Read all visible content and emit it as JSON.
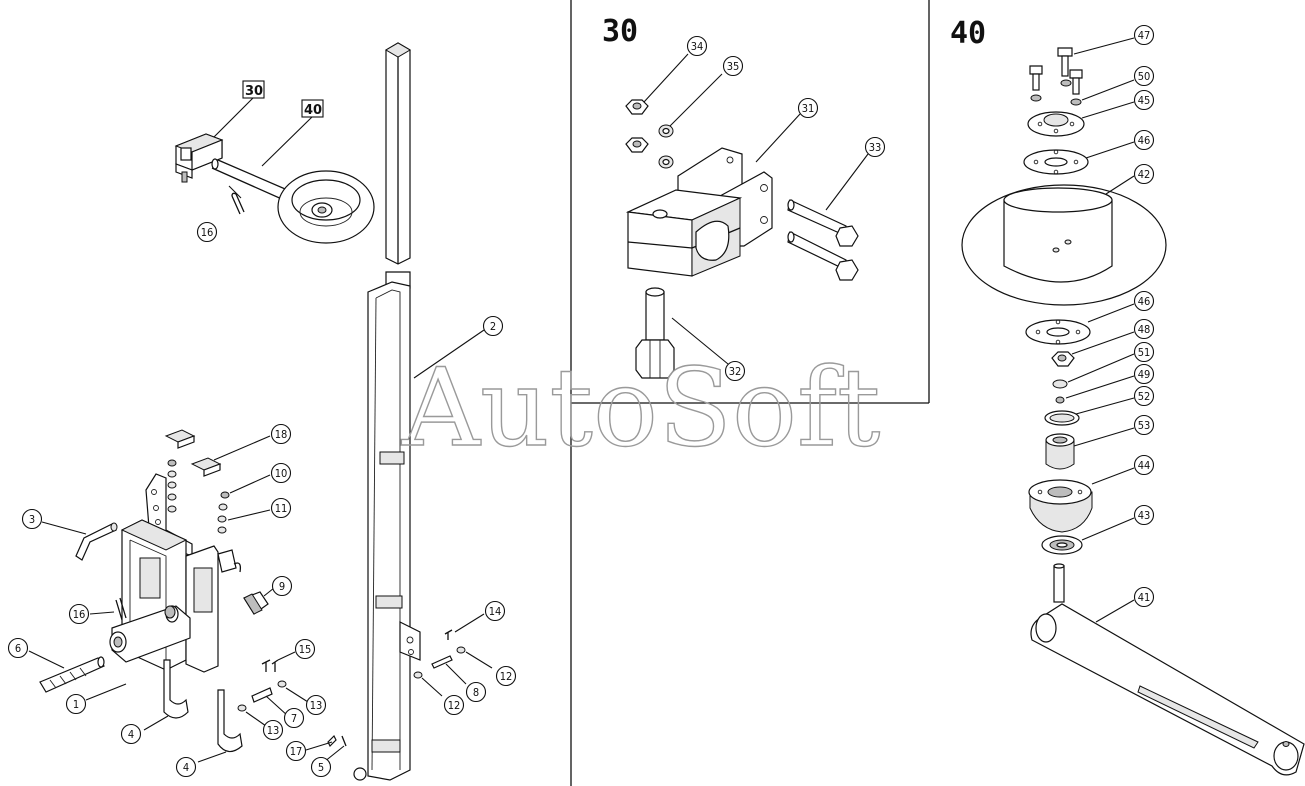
{
  "watermark": "AutoSoft",
  "sections": {
    "assembly_30": "30",
    "assembly_40": "40"
  },
  "overview_labels": {
    "box_30": "30",
    "box_40": "40"
  },
  "callouts": [
    {
      "id": "c-30-34",
      "label": "34"
    },
    {
      "id": "c-30-35",
      "label": "35"
    },
    {
      "id": "c-30-31",
      "label": "31"
    },
    {
      "id": "c-30-33",
      "label": "33"
    },
    {
      "id": "c-30-32",
      "label": "32"
    },
    {
      "id": "c-40-47",
      "label": "47"
    },
    {
      "id": "c-40-50",
      "label": "50"
    },
    {
      "id": "c-40-45",
      "label": "45"
    },
    {
      "id": "c-40-46a",
      "label": "46"
    },
    {
      "id": "c-40-42",
      "label": "42"
    },
    {
      "id": "c-40-46b",
      "label": "46"
    },
    {
      "id": "c-40-48",
      "label": "48"
    },
    {
      "id": "c-40-51",
      "label": "51"
    },
    {
      "id": "c-40-49",
      "label": "49"
    },
    {
      "id": "c-40-52",
      "label": "52"
    },
    {
      "id": "c-40-53",
      "label": "53"
    },
    {
      "id": "c-40-44",
      "label": "44"
    },
    {
      "id": "c-40-43",
      "label": "43"
    },
    {
      "id": "c-40-41",
      "label": "41"
    },
    {
      "id": "c-16a",
      "label": "16"
    },
    {
      "id": "c-2",
      "label": "2"
    },
    {
      "id": "c-18",
      "label": "18"
    },
    {
      "id": "c-10",
      "label": "10"
    },
    {
      "id": "c-11",
      "label": "11"
    },
    {
      "id": "c-3",
      "label": "3"
    },
    {
      "id": "c-9",
      "label": "9"
    },
    {
      "id": "c-16b",
      "label": "16"
    },
    {
      "id": "c-6",
      "label": "6"
    },
    {
      "id": "c-1",
      "label": "1"
    },
    {
      "id": "c-4a",
      "label": "4"
    },
    {
      "id": "c-4b",
      "label": "4"
    },
    {
      "id": "c-15",
      "label": "15"
    },
    {
      "id": "c-13a",
      "label": "13"
    },
    {
      "id": "c-7",
      "label": "7"
    },
    {
      "id": "c-13b",
      "label": "13"
    },
    {
      "id": "c-17",
      "label": "17"
    },
    {
      "id": "c-5",
      "label": "5"
    },
    {
      "id": "c-14",
      "label": "14"
    },
    {
      "id": "c-12a",
      "label": "12"
    },
    {
      "id": "c-8",
      "label": "8"
    },
    {
      "id": "c-12b",
      "label": "12"
    }
  ]
}
